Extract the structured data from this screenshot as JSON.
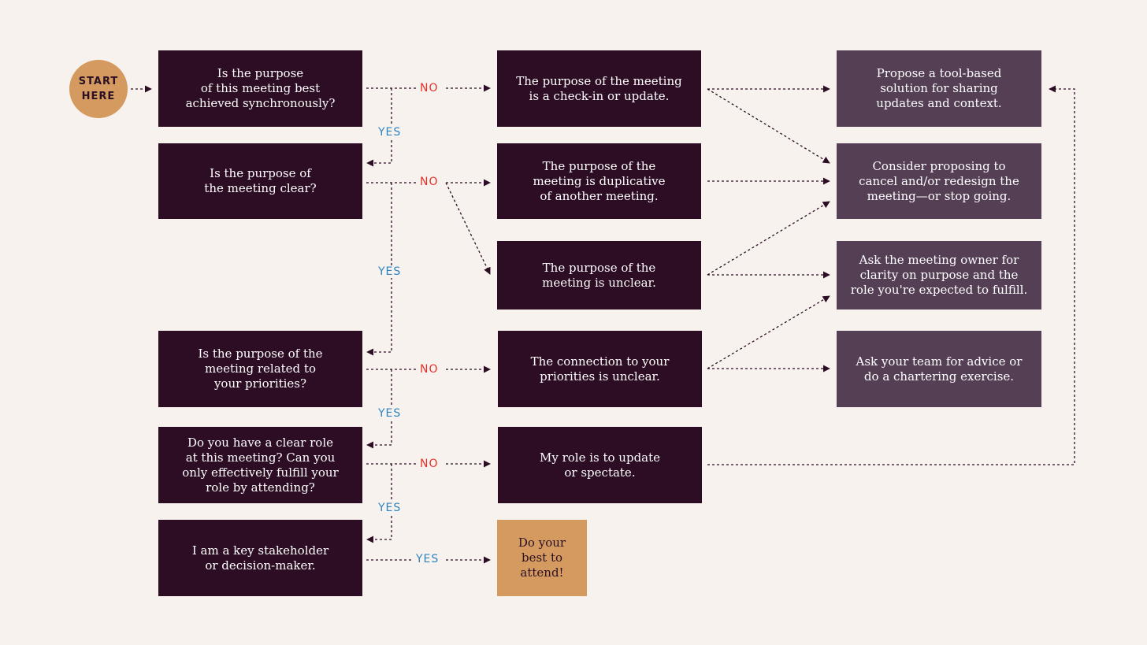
{
  "start": "START\nHERE",
  "labels": {
    "no": "NO",
    "yes": "YES"
  },
  "questions": [
    "Is the purpose\nof this meeting best\nachieved synchronously?",
    "Is the purpose of\nthe meeting clear?",
    "Is the purpose of the\nmeeting related to\nyour priorities?",
    "Do you have a clear role\nat this meeting? Can you\nonly effectively fulfill your\nrole by attending?",
    "I am a key stakeholder\nor decision-maker."
  ],
  "outcomes": [
    "The purpose of the meeting\nis a check-in or update.",
    "The purpose of the\nmeeting is duplicative\nof another meeting.",
    "The purpose of the\nmeeting is unclear.",
    "The connection to your\npriorities is unclear.",
    "My role is to update\nor spectate."
  ],
  "final": "Do your\nbest to\nattend!",
  "recommendations": [
    "Propose a tool-based\nsolution for sharing\nupdates and context.",
    "Consider proposing to\ncancel and/or redesign the\nmeeting—or stop going.",
    "Ask the meeting owner for\nclarity on purpose and the\nrole you're expected to fulfill.",
    "Ask your team for advice or\ndo a chartering exercise."
  ],
  "colors": {
    "background": "#f8f2ee",
    "dark_box": "#2d0d24",
    "recommendation_box": "#553f55",
    "accent_orange": "#d49a60",
    "no_red": "#e0332b",
    "yes_blue": "#2d84c0",
    "connector": "#2d0d24"
  }
}
